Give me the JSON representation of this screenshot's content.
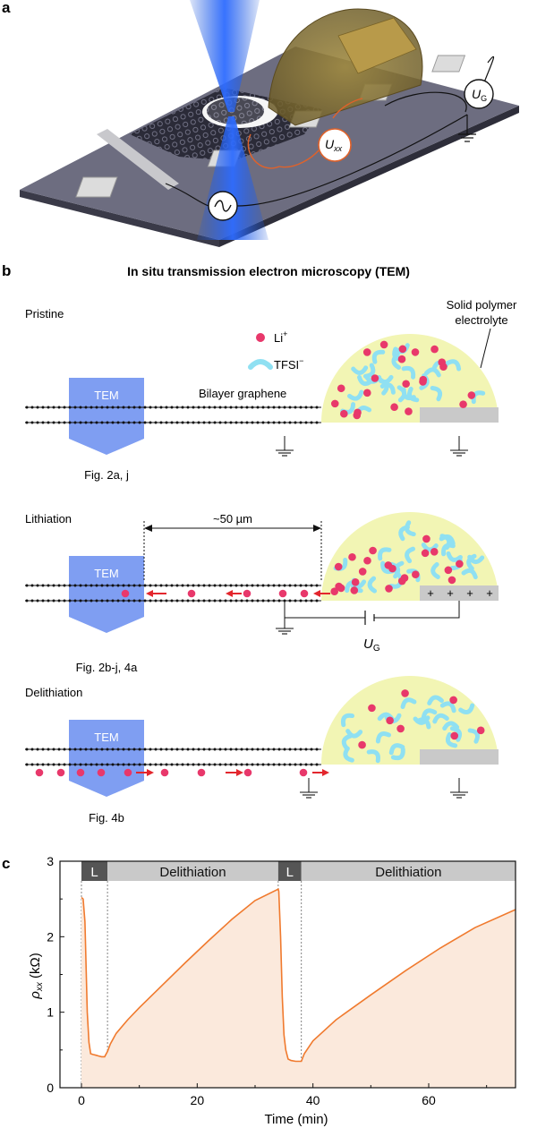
{
  "panel_labels": {
    "a": "a",
    "b": "b",
    "c": "c"
  },
  "panel_a": {
    "u_g_symbol": "U",
    "u_g_sub": "G",
    "u_xx_symbol": "U",
    "u_xx_sub": "xx"
  },
  "panel_b": {
    "title": "In situ transmission electron microscopy (TEM)",
    "legend": {
      "li_label": "Li",
      "li_charge": "+",
      "tfsi_label": "TFSI",
      "tfsi_charge": "−"
    },
    "electrolyte_label_line1": "Solid polymer",
    "electrolyte_label_line2": "electrolyte",
    "bilayer_label": "Bilayer graphene",
    "tem_label": "TEM",
    "distance_label": "~50 µm",
    "gate_symbol": "U",
    "gate_sub": "G",
    "plus_sign": "+",
    "stages": [
      {
        "name": "Pristine",
        "fig_ref": "Fig. 2a, j"
      },
      {
        "name": "Lithiation",
        "fig_ref": "Fig. 2b-j, 4a"
      },
      {
        "name": "Delithiation",
        "fig_ref": "Fig. 4b"
      }
    ]
  },
  "panel_c": {
    "phase_labels": [
      "L",
      "Delithiation",
      "L",
      "Delithiation"
    ],
    "xlabel": "Time (min)",
    "ylabel_symbol": "ρ",
    "ylabel_sub": "xx",
    "ylabel_unit": " (kΩ)",
    "colors": {
      "curve": "#f07a2e",
      "fill": "#fbe9dc",
      "bar_dark": "#555555",
      "bar_light": "#c9c9c9",
      "electrolyte": "#f2f5b4",
      "li": "#e8386b",
      "tfsi": "#8fe0f2",
      "tem": "#7f9ef2"
    },
    "chart_data": {
      "type": "area",
      "xlim": [
        -2,
        75
      ],
      "ylim": [
        0,
        3
      ],
      "xticks": [
        0,
        20,
        40,
        60
      ],
      "yticks": [
        0,
        1,
        2,
        3
      ],
      "phases": [
        {
          "label": "L",
          "start": 0,
          "end": 4.5
        },
        {
          "label": "Delithiation",
          "start": 4.5,
          "end": 34
        },
        {
          "label": "L",
          "start": 34,
          "end": 38
        },
        {
          "label": "Delithiation",
          "start": 38,
          "end": 75
        }
      ],
      "series": [
        {
          "x": [
            0,
            0.3,
            0.6,
            1.0,
            1.3,
            1.6,
            2.0,
            2.5,
            3.0,
            3.5,
            4.0,
            4.5,
            5.0,
            6,
            8,
            10,
            14,
            18,
            22,
            26,
            30,
            34,
            34.1,
            34.4,
            34.7,
            35.0,
            35.3,
            35.7,
            36.2,
            37.0,
            38.0,
            38.5,
            40,
            44,
            50,
            56,
            62,
            68,
            75
          ],
          "y": [
            2.52,
            2.5,
            2.2,
            1.0,
            0.6,
            0.45,
            0.44,
            0.43,
            0.42,
            0.41,
            0.41,
            0.48,
            0.58,
            0.72,
            0.9,
            1.06,
            1.36,
            1.66,
            1.95,
            2.23,
            2.48,
            2.63,
            2.6,
            2.0,
            1.2,
            0.7,
            0.5,
            0.38,
            0.36,
            0.35,
            0.35,
            0.45,
            0.62,
            0.9,
            1.23,
            1.55,
            1.85,
            2.12,
            2.36
          ]
        }
      ]
    }
  }
}
